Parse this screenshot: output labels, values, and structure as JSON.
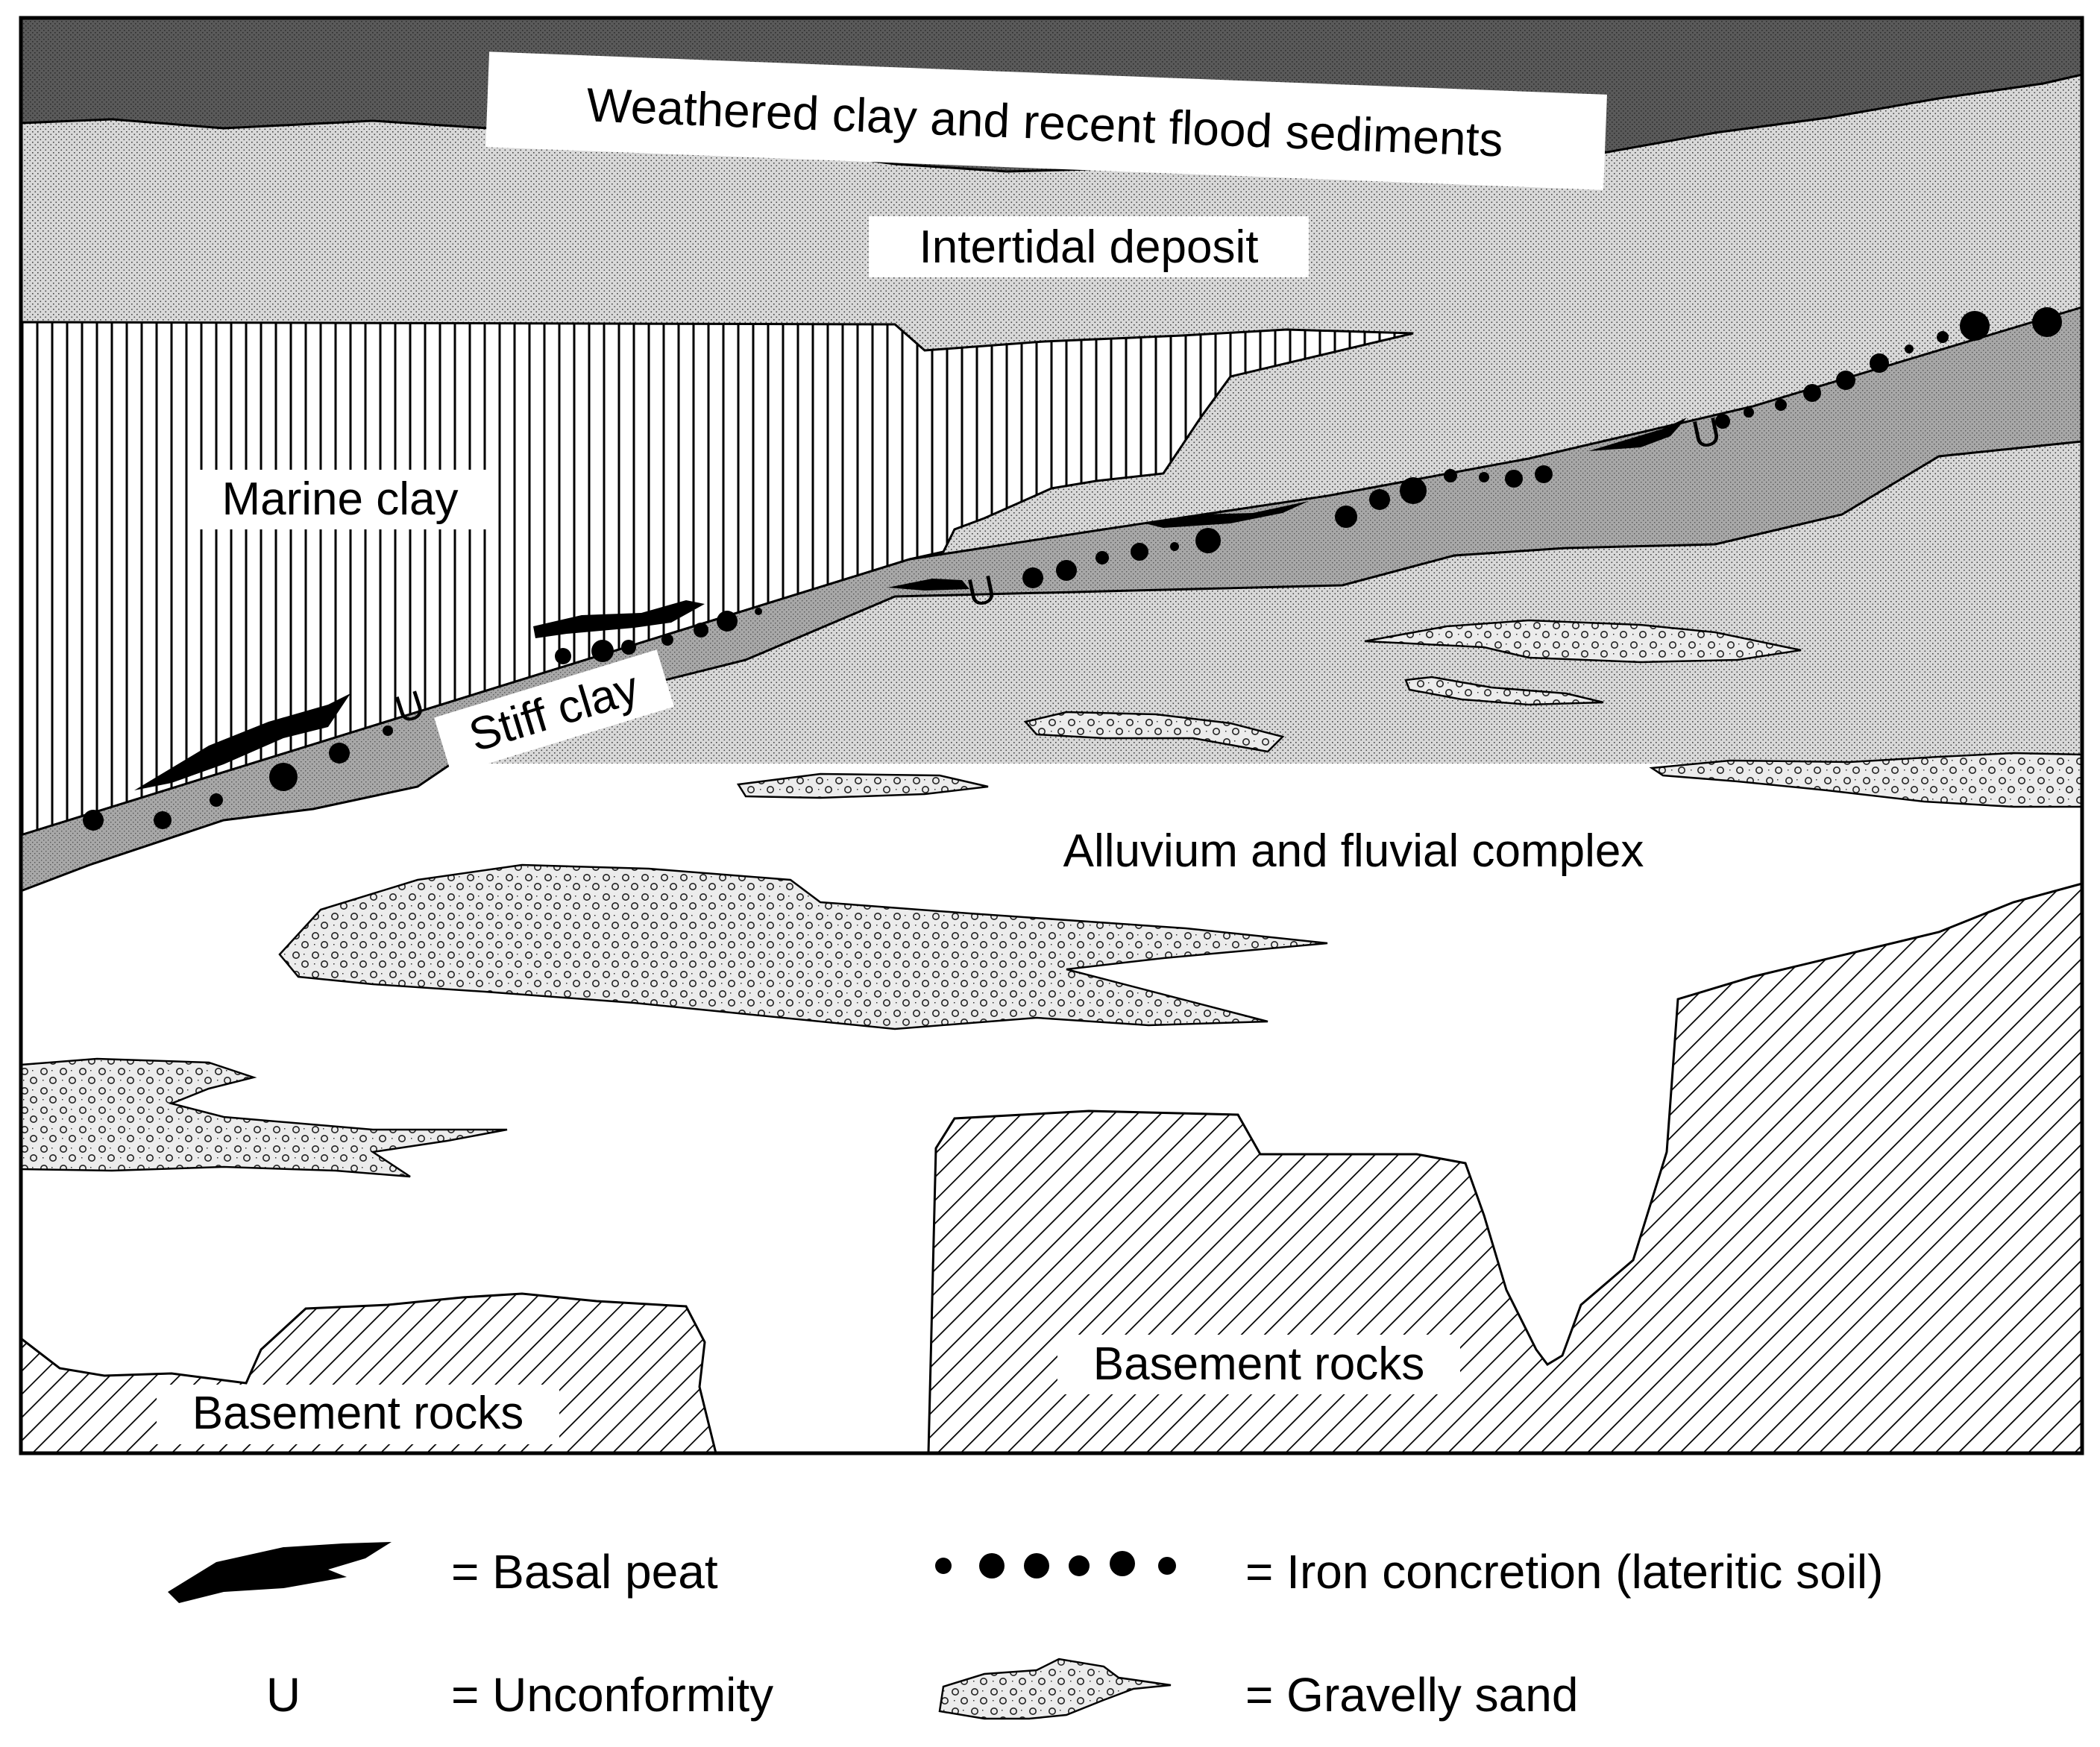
{
  "diagram": {
    "layers": {
      "weathered": "Weathered clay and recent flood sediments",
      "intertidal": "Intertidal deposit",
      "marine": "Marine clay",
      "stiff": "Stiff clay",
      "alluvium": "Alluvium and fluvial complex",
      "basement_left": "Basement rocks",
      "basement_right": "Basement rocks"
    },
    "unconformity_mark": "U",
    "legend": {
      "peat": "= Basal peat",
      "iron": "= Iron concretion (lateritic soil)",
      "unconformity_symbol": "U",
      "unconformity": "= Unconformity",
      "gravel": "= Gravelly sand"
    },
    "colors": {
      "weathered": "#555555",
      "intertidal": "#d3d3d3",
      "stiff_clay": "#a6a6a6",
      "ink": "#000000"
    }
  }
}
